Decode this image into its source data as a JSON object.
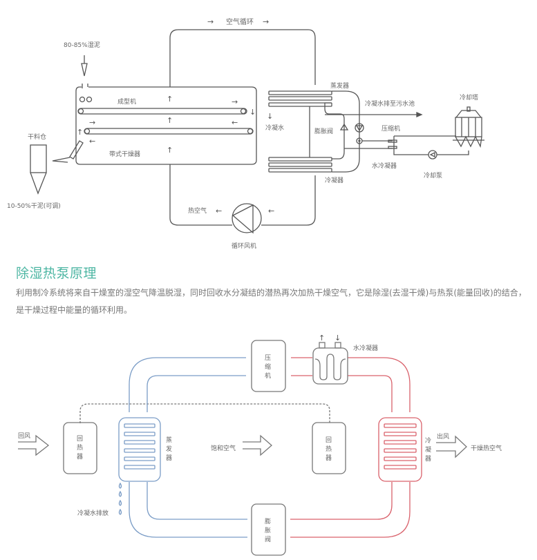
{
  "colors": {
    "line": "#555555",
    "title": "#4db6a3",
    "text": "#777777",
    "cold": "#7a9cc6",
    "hot": "#d9616b",
    "neutral": "#777777"
  },
  "diagram1": {
    "air_cycle": "空气循环",
    "air_cycle_arrow_left": "→",
    "air_cycle_arrow_right": "→",
    "wet_sludge": "80-85%湿泥",
    "forming_machine": "成型机",
    "belt_dryer": "带式干燥器",
    "dry_silo": "干料仓",
    "dry_sludge": "10-50%干泥(可调)",
    "evaporator": "蒸发器",
    "condensate": "冷凝水",
    "expansion_valve": "膨胀阀",
    "condensate_drain": "冷凝水排至污水池",
    "compressor": "压缩机",
    "water_condenser": "水冷凝器",
    "condenser": "冷凝器",
    "cooling_tower": "冷却塔",
    "cooling_pump": "冷却泵",
    "hot_air": "热空气",
    "circulation_fan": "循环风机",
    "arrow_left": "←",
    "arrow_right": "→",
    "arrow_up": "↑",
    "arrow_down": "↓"
  },
  "section": {
    "title": "除湿热泵原理",
    "description": "利用制冷系统将来自干燥室的湿空气降温脱湿，同时回收水分凝结的潜热再次加热干燥空气，它是除湿(去湿干燥)与热泵(能量回收)的结合，是干燥过程中能量的循环利用。"
  },
  "diagram2": {
    "return_air": "回风",
    "recuperator_left": [
      "回",
      "热",
      "器"
    ],
    "evaporator": [
      "蒸",
      "发",
      "器"
    ],
    "saturated_air": "饱和空气",
    "recuperator_right": [
      "回",
      "热",
      "器"
    ],
    "condenser": [
      "冷",
      "凝",
      "器"
    ],
    "outlet_air": "出风",
    "dry_hot_air": "干燥热空气",
    "compressor": [
      "压",
      "缩",
      "机"
    ],
    "water_condenser": "水冷凝器",
    "expansion_valve": [
      "膨",
      "胀",
      "阀"
    ],
    "condensate_discharge": "冷凝水排放",
    "arrow_up": "↑",
    "arrow_down": "↓"
  }
}
